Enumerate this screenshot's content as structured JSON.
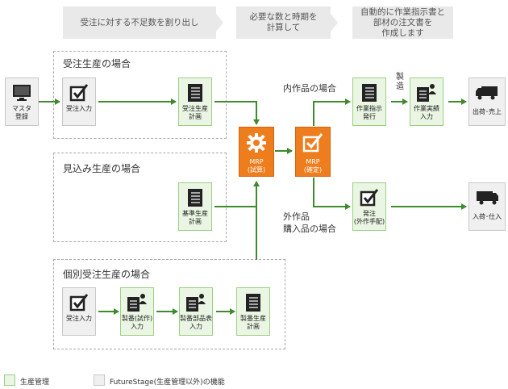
{
  "steps": [
    "受注に対する不足数を割り出し",
    "必要な数と時期を\n計算して",
    "自動的に作業指示書と\n部材の注文書を\n作成します"
  ],
  "groups": {
    "order": "受注生産の場合",
    "forecast": "見込み生産の場合",
    "individual": "個別受注生産の場合"
  },
  "boxes": {
    "master": "マスタ\n登録",
    "order_input_1": "受注入力",
    "order_plan": "受注生産\n計画",
    "standard_plan": "基準生産\n計画",
    "order_input_2": "受注入力",
    "serial_trial": "製番(試作)\n入力",
    "serial_parts": "製番部品表\n入力",
    "serial_plan": "製番生産\n計画",
    "work_instruction": "作業指示\n発行",
    "work_result": "作業実績\n入力",
    "purchase": "発注\n(外作手配)"
  },
  "mrp": {
    "trial": "MRP\n(試算)",
    "fixed": "MRP\n(確定)"
  },
  "notes": {
    "internal": "内作品の場合",
    "manufacture": "製\n造",
    "external": "外作品\n購入品の場合",
    "ship": "出荷･売上",
    "receive": "入荷･仕入"
  },
  "legend": {
    "green_label": "生産管理",
    "gray_label": "FutureStage(生産管理以外)の機能"
  },
  "colors": {
    "green_line": "#3f8a2e",
    "orange": "#ee7d1e"
  }
}
